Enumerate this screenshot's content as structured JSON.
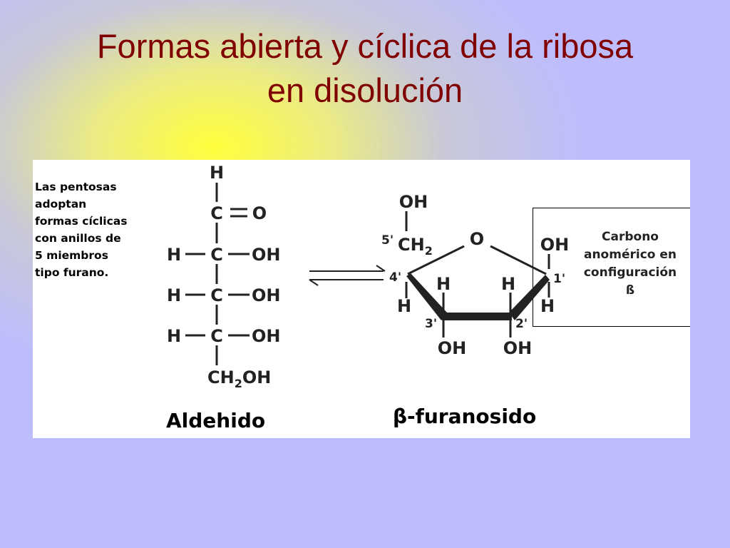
{
  "title": {
    "line1": "Formas abierta y cíclica de la ribosa",
    "line2": "en disolución"
  },
  "side_note": {
    "lines": [
      "Las pentosas",
      "adoptan",
      "formas cíclicas",
      "con anillos de",
      "5 miembros",
      "tipo furano."
    ]
  },
  "callout": {
    "lines": [
      "Carbono",
      "anomérico en",
      "configuración",
      "ß"
    ]
  },
  "open_chain": {
    "top_h": "H",
    "c1": "C",
    "o": "O",
    "rows": [
      {
        "h": "H",
        "c": "C",
        "oh": "OH"
      },
      {
        "h": "H",
        "c": "C",
        "oh": "OH"
      },
      {
        "h": "H",
        "c": "C",
        "oh": "OH"
      }
    ],
    "bottom": {
      "ch": "CH",
      "sub": "2",
      "oh": "OH"
    },
    "caption": "Aldehido"
  },
  "ring": {
    "oh_top": "OH",
    "c5_label": "5'",
    "ch2": {
      "ch": "CH",
      "sub": "2"
    },
    "ring_o": "O",
    "oh_right": "OH",
    "c4_label": "4'",
    "c1_label": "1'",
    "h_c3_up": "H",
    "h_c2_up": "H",
    "h_c4_down": "H",
    "h_c1_down": "H",
    "c3_label": "3'",
    "c2_label": "2'",
    "oh_c3": "OH",
    "oh_c2": "OH",
    "caption": "β-furanosido"
  },
  "colors": {
    "title": "#800000",
    "background": "#bdbdfd",
    "glow": "#ffff40",
    "panel": "#ffffff"
  }
}
